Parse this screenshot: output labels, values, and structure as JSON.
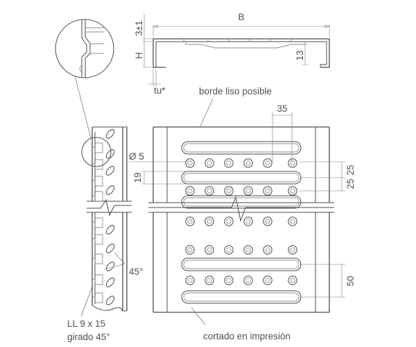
{
  "labels": {
    "dim_b": "B",
    "dim_tol": "3±1",
    "dim_h": "H",
    "dim_13": "13",
    "dim_tu": "tu*",
    "edge_note": "borde liso posible",
    "dim_35": "35",
    "dim_hole": "Ø 5",
    "dim_19": "19",
    "dim_25a": "25",
    "dim_25b": "25",
    "dim_45deg": "45°",
    "dim_50": "50",
    "slot_line1": "LL 9 x 15",
    "slot_line2": "girado 45°",
    "cut_note": "cortado en impresión"
  },
  "colors": {
    "line": "#4a4a4a",
    "text": "#505050"
  }
}
